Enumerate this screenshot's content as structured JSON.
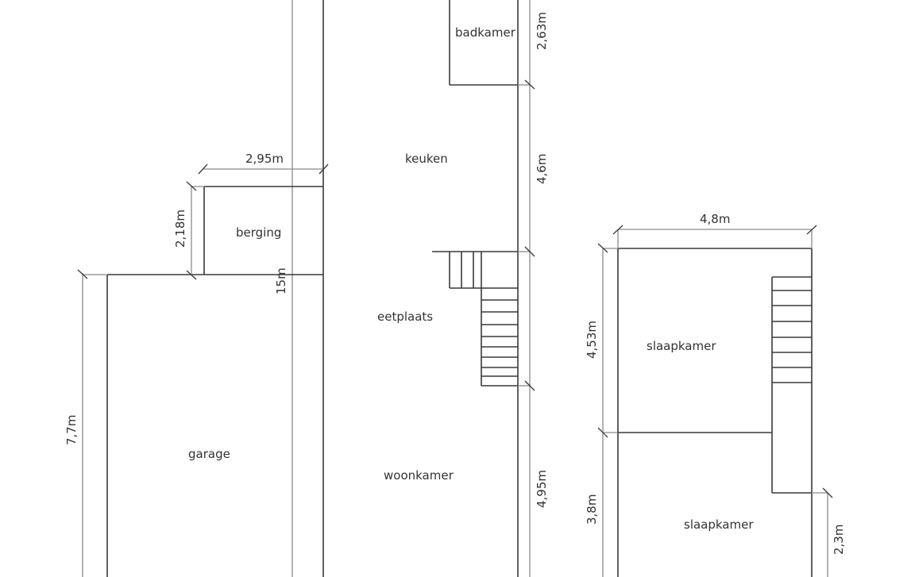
{
  "rooms": {
    "badkamer": "badkamer",
    "keuken": "keuken",
    "berging": "berging",
    "eetplaats": "eetplaats",
    "garage": "garage",
    "woonkamer": "woonkamer",
    "slaapkamer_1": "slaapkamer",
    "slaapkamer_2": "slaapkamer"
  },
  "dimensions": {
    "badkamer_height": "2,63m",
    "keuken_height": "4,6m",
    "woonkamer_height": "4,95m",
    "berging_width": "2,95m",
    "berging_height": "2,18m",
    "total_length": "15m",
    "garage_height": "7,7m",
    "upper_width": "4,8m",
    "slaapkamer_1_height": "4,53m",
    "slaapkamer_2_height": "3,8m",
    "stair_offset": "2,3m"
  },
  "colors": {
    "wall": "#3a3a3a",
    "dimension_line": "#8a8a8a",
    "text": "#333333",
    "background": "#ffffff"
  }
}
